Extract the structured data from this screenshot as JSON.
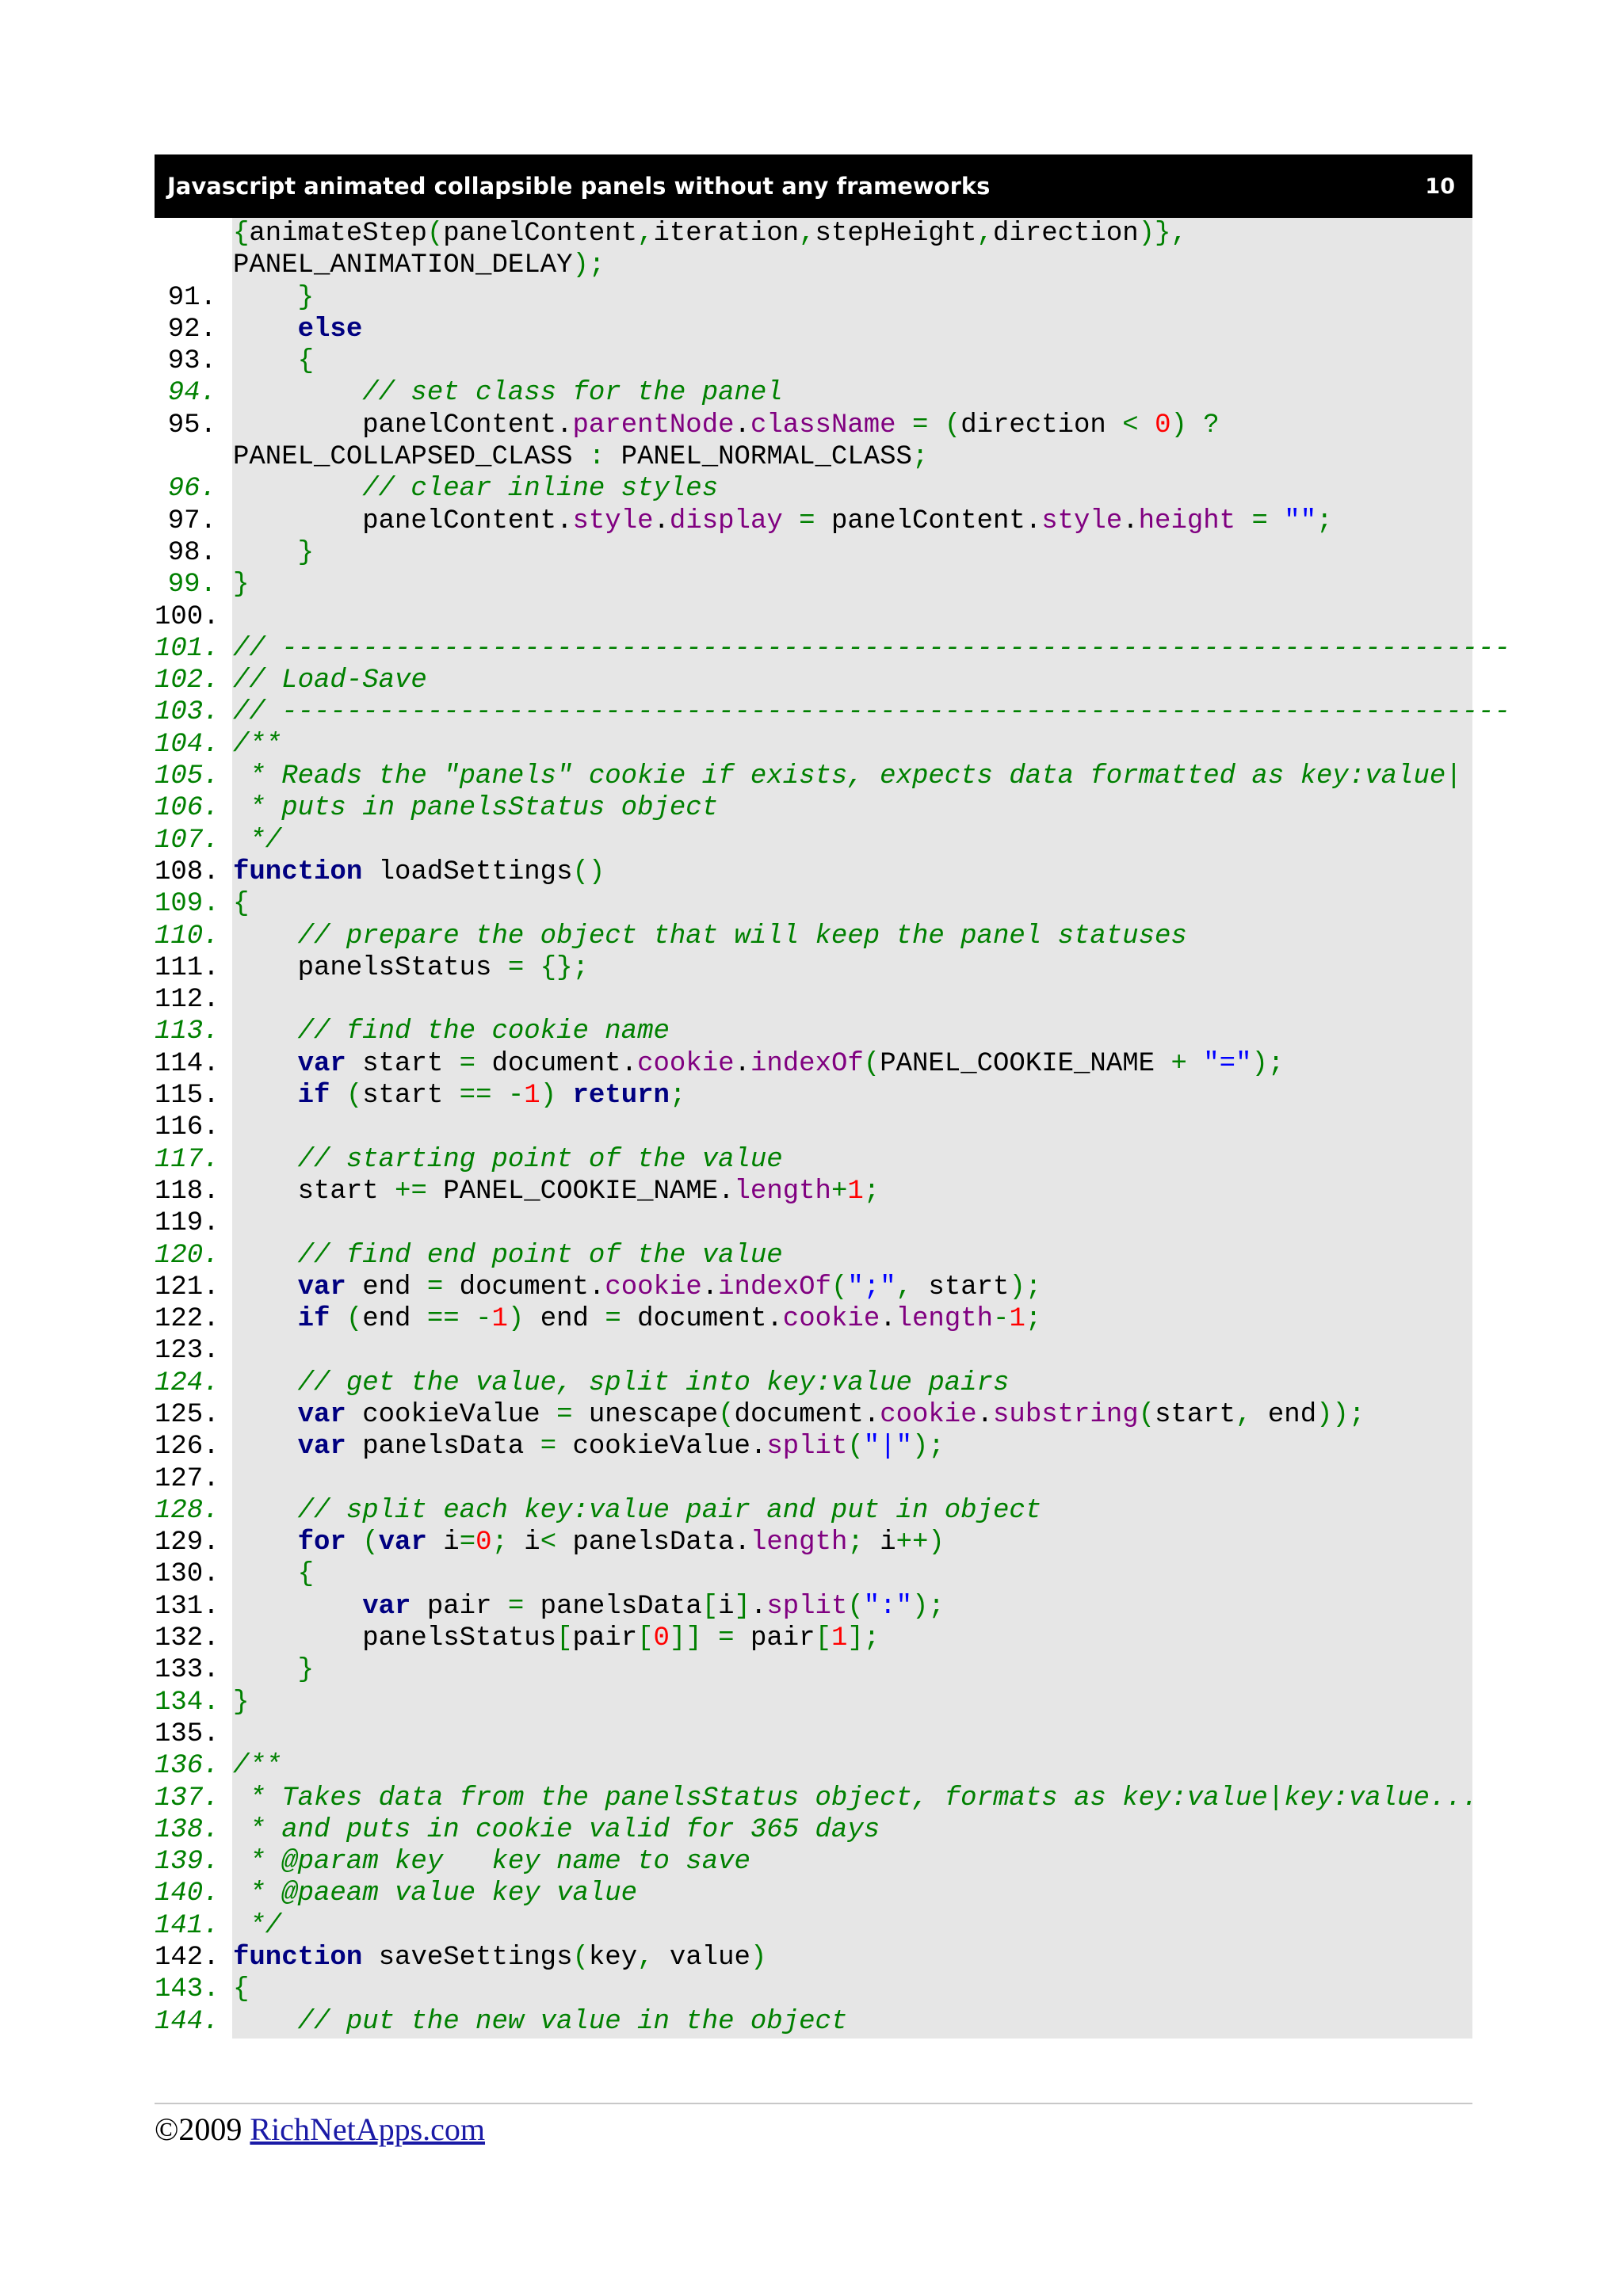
{
  "header": {
    "title": "Javascript animated collapsible panels without any frameworks",
    "page_number": "10"
  },
  "code_lines": [
    {
      "n": "",
      "t": "{animateStep(panelContent,iteration,stepHeight,direction)},"
    },
    {
      "n": "",
      "t": "PANEL_ANIMATION_DELAY);"
    },
    {
      "n": "91.",
      "t": "    }"
    },
    {
      "n": "92.",
      "t": "    else"
    },
    {
      "n": "93.",
      "t": "    {"
    },
    {
      "n": "94.",
      "t": "        // set class for the panel"
    },
    {
      "n": "95.",
      "t": "        panelContent.parentNode.className = (direction < 0) ?"
    },
    {
      "n": "",
      "t": "PANEL_COLLAPSED_CLASS : PANEL_NORMAL_CLASS;"
    },
    {
      "n": "96.",
      "t": "        // clear inline styles"
    },
    {
      "n": "97.",
      "t": "        panelContent.style.display = panelContent.style.height = \"\";"
    },
    {
      "n": "98.",
      "t": "    }"
    },
    {
      "n": "99.",
      "t": "}"
    },
    {
      "n": "100.",
      "t": ""
    },
    {
      "n": "101.",
      "t": "// ----------------------------------------------------------------------------"
    },
    {
      "n": "102.",
      "t": "// Load-Save"
    },
    {
      "n": "103.",
      "t": "// ----------------------------------------------------------------------------"
    },
    {
      "n": "104.",
      "t": "/**"
    },
    {
      "n": "105.",
      "t": " * Reads the \"panels\" cookie if exists, expects data formatted as key:value|"
    },
    {
      "n": "106.",
      "t": " * puts in panelsStatus object"
    },
    {
      "n": "107.",
      "t": " */"
    },
    {
      "n": "108.",
      "t": "function loadSettings()"
    },
    {
      "n": "109.",
      "t": "{"
    },
    {
      "n": "110.",
      "t": "    // prepare the object that will keep the panel statuses"
    },
    {
      "n": "111.",
      "t": "    panelsStatus = {};"
    },
    {
      "n": "112.",
      "t": ""
    },
    {
      "n": "113.",
      "t": "    // find the cookie name"
    },
    {
      "n": "114.",
      "t": "    var start = document.cookie.indexOf(PANEL_COOKIE_NAME + \"=\");"
    },
    {
      "n": "115.",
      "t": "    if (start == -1) return;"
    },
    {
      "n": "116.",
      "t": ""
    },
    {
      "n": "117.",
      "t": "    // starting point of the value"
    },
    {
      "n": "118.",
      "t": "    start += PANEL_COOKIE_NAME.length+1;"
    },
    {
      "n": "119.",
      "t": ""
    },
    {
      "n": "120.",
      "t": "    // find end point of the value"
    },
    {
      "n": "121.",
      "t": "    var end = document.cookie.indexOf(\";\", start);"
    },
    {
      "n": "122.",
      "t": "    if (end == -1) end = document.cookie.length-1;"
    },
    {
      "n": "123.",
      "t": ""
    },
    {
      "n": "124.",
      "t": "    // get the value, split into key:value pairs"
    },
    {
      "n": "125.",
      "t": "    var cookieValue = unescape(document.cookie.substring(start, end));"
    },
    {
      "n": "126.",
      "t": "    var panelsData = cookieValue.split(\"|\");"
    },
    {
      "n": "127.",
      "t": ""
    },
    {
      "n": "128.",
      "t": "    // split each key:value pair and put in object"
    },
    {
      "n": "129.",
      "t": "    for (var i=0; i< panelsData.length; i++)"
    },
    {
      "n": "130.",
      "t": "    {"
    },
    {
      "n": "131.",
      "t": "        var pair = panelsData[i].split(\":\");"
    },
    {
      "n": "132.",
      "t": "        panelsStatus[pair[0]] = pair[1];"
    },
    {
      "n": "133.",
      "t": "    }"
    },
    {
      "n": "134.",
      "t": "}"
    },
    {
      "n": "135.",
      "t": ""
    },
    {
      "n": "136.",
      "t": "/**"
    },
    {
      "n": "137.",
      "t": " * Takes data from the panelsStatus object, formats as key:value|key:value..."
    },
    {
      "n": "138.",
      "t": " * and puts in cookie valid for 365 days"
    },
    {
      "n": "139.",
      "t": " * @param key   key name to save"
    },
    {
      "n": "140.",
      "t": " * @paeam value key value"
    },
    {
      "n": "141.",
      "t": " */"
    },
    {
      "n": "142.",
      "t": "function saveSettings(key, value)"
    },
    {
      "n": "143.",
      "t": "{"
    },
    {
      "n": "144.",
      "t": "    // put the new value in the object"
    }
  ],
  "footer": {
    "copyright": "©2009 ",
    "link_text": "RichNetApps.com"
  },
  "colors": {
    "keyword": "#000080",
    "comment": "#008000",
    "string": "#0000ff",
    "number": "#ff0000",
    "operator": "#008000",
    "property": "#800080",
    "code_background": "#e6e6e6"
  }
}
